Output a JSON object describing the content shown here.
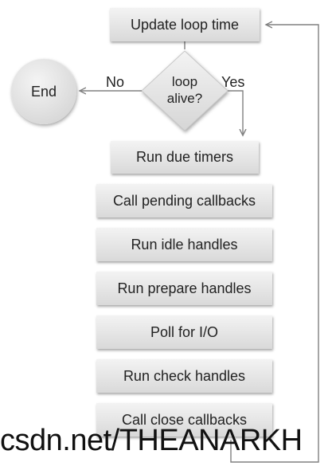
{
  "nodes": {
    "update_loop_time": "Update loop time",
    "loop_alive": "loop\nalive?",
    "end": "End",
    "run_due_timers": "Run due timers",
    "call_pending_callbacks": "Call pending callbacks",
    "run_idle_handles": "Run idle handles",
    "run_prepare_handles": "Run prepare handles",
    "poll_for_io": "Poll for I/O",
    "run_check_handles": "Run check handles",
    "call_close_callbacks": "Call close callbacks"
  },
  "edges": {
    "no_label": "No",
    "yes_label": "Yes"
  },
  "watermark": "csdn.net/THEANARKH",
  "colors": {
    "box_fill_top": "#f3f3f3",
    "box_fill_bottom": "#d9d9d9",
    "line": "#808080",
    "text": "#222222"
  }
}
